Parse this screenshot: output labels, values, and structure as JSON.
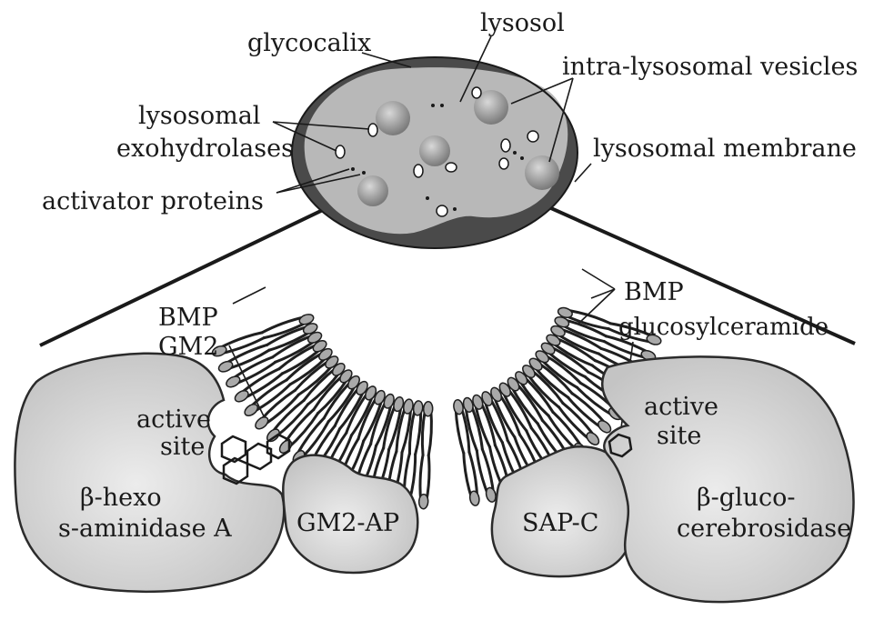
{
  "labels": {
    "glycocalix": "glycocalix",
    "lysosol": "lysosol",
    "vesicles": "intra-lysosomal vesicles",
    "exohydrolases_1": "lysosomal",
    "exohydrolases_2": "exohydrolases",
    "membrane": "lysosomal membrane",
    "activator": "activator proteins",
    "bmp_left": "BMP",
    "gm2": "GM2",
    "active_left_1": "active",
    "active_left_2": "site",
    "bmp_right": "BMP",
    "glucosylceramide": "glucosylceramide",
    "active_right_1": "active",
    "active_right_2": "site"
  },
  "proteins": {
    "hexo_1": "β-hexo",
    "hexo_2": "s-aminidase A",
    "gm2ap": "GM2-AP",
    "sapc": "SAP-C",
    "gluco_1": "β-gluco-",
    "gluco_2": "cerebrosidase"
  },
  "colors": {
    "protein_fill": "#c9c9c9",
    "protein_edge": "#2b2b2b",
    "lysosome_lumen": "#b5b5b5",
    "lysosome_rim": "#4a4a4a",
    "vesicle": "#8e8e8e",
    "lipid_head": "#a9a9a9",
    "ink": "#1a1a1a"
  }
}
